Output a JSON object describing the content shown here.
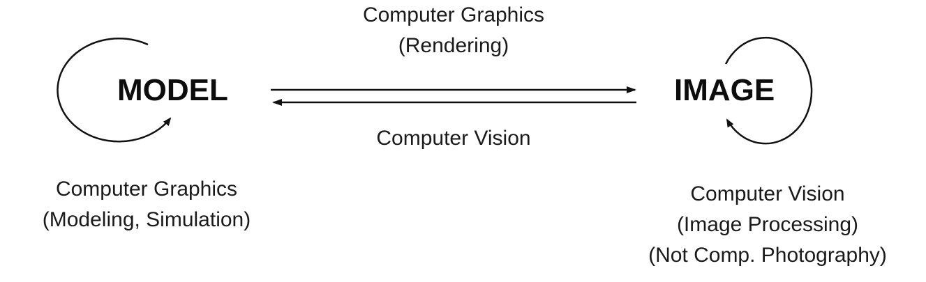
{
  "diagram": {
    "nodes": {
      "model": "MODEL",
      "image": "IMAGE"
    },
    "top_edge": {
      "line1": "Computer Graphics",
      "line2": "(Rendering)"
    },
    "bottom_edge": {
      "line1": "Computer Vision"
    },
    "model_loop": {
      "line1": "Computer Graphics",
      "line2": "(Modeling, Simulation)"
    },
    "image_loop": {
      "line1": "Computer Vision",
      "line2": "(Image Processing)",
      "line3": "(Not Comp. Photography)"
    }
  },
  "colors": {
    "ink": "#111111",
    "background": "#ffffff"
  }
}
